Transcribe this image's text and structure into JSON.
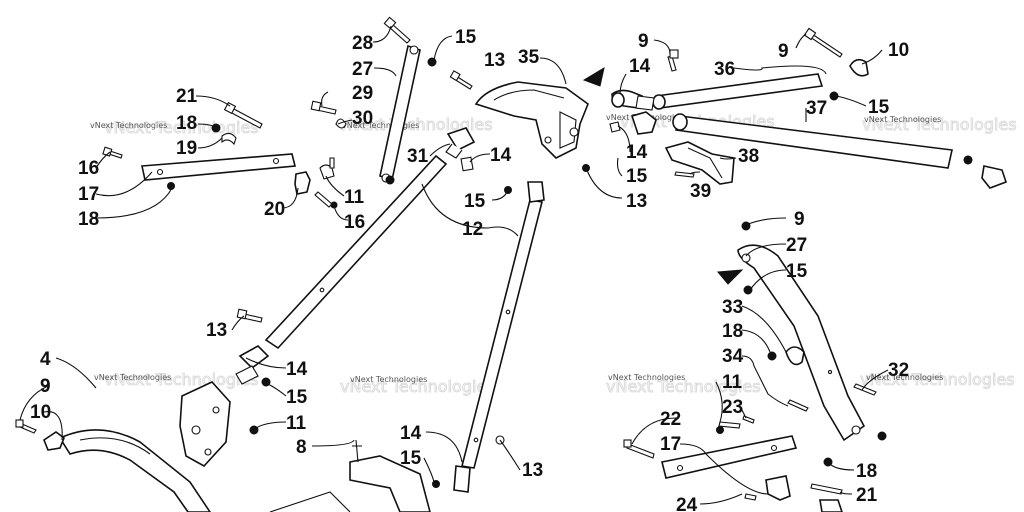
{
  "watermark": "vNext Technologies",
  "callouts": [
    {
      "id": "c28",
      "text": "28"
    },
    {
      "id": "c15a",
      "text": "15"
    },
    {
      "id": "c27a",
      "text": "27"
    },
    {
      "id": "c13a",
      "text": "13"
    },
    {
      "id": "c35",
      "text": "35"
    },
    {
      "id": "c9a",
      "text": "9"
    },
    {
      "id": "c14a",
      "text": "14"
    },
    {
      "id": "c36",
      "text": "36"
    },
    {
      "id": "c9b",
      "text": "9"
    },
    {
      "id": "c10a",
      "text": "10"
    },
    {
      "id": "c21a",
      "text": "21"
    },
    {
      "id": "c29",
      "text": "29"
    },
    {
      "id": "c37",
      "text": "37"
    },
    {
      "id": "c15b",
      "text": "15"
    },
    {
      "id": "c18a",
      "text": "18"
    },
    {
      "id": "c30",
      "text": "30"
    },
    {
      "id": "c19",
      "text": "19"
    },
    {
      "id": "c31",
      "text": "31"
    },
    {
      "id": "c14b",
      "text": "14"
    },
    {
      "id": "c14c",
      "text": "14"
    },
    {
      "id": "c38",
      "text": "38"
    },
    {
      "id": "c16a",
      "text": "16"
    },
    {
      "id": "c15c",
      "text": "15"
    },
    {
      "id": "c17a",
      "text": "17"
    },
    {
      "id": "c11a",
      "text": "11"
    },
    {
      "id": "c39",
      "text": "39"
    },
    {
      "id": "c15d",
      "text": "15"
    },
    {
      "id": "c13b",
      "text": "13"
    },
    {
      "id": "c20",
      "text": "20"
    },
    {
      "id": "c18b",
      "text": "18"
    },
    {
      "id": "c16b",
      "text": "16"
    },
    {
      "id": "c9c",
      "text": "9"
    },
    {
      "id": "c12",
      "text": "12"
    },
    {
      "id": "c27b",
      "text": "27"
    },
    {
      "id": "c15e",
      "text": "15"
    },
    {
      "id": "c33",
      "text": "33"
    },
    {
      "id": "c13c",
      "text": "13"
    },
    {
      "id": "c18c",
      "text": "18"
    },
    {
      "id": "c14d",
      "text": "14"
    },
    {
      "id": "c4",
      "text": "4"
    },
    {
      "id": "c34",
      "text": "34"
    },
    {
      "id": "c32",
      "text": "32"
    },
    {
      "id": "c15f",
      "text": "15"
    },
    {
      "id": "c9d",
      "text": "9"
    },
    {
      "id": "c11b",
      "text": "11"
    },
    {
      "id": "c10b",
      "text": "10"
    },
    {
      "id": "c23",
      "text": "23"
    },
    {
      "id": "c11c",
      "text": "11"
    },
    {
      "id": "c22",
      "text": "22"
    },
    {
      "id": "c14e",
      "text": "14"
    },
    {
      "id": "c8",
      "text": "8"
    },
    {
      "id": "c17b",
      "text": "17"
    },
    {
      "id": "c15g",
      "text": "15"
    },
    {
      "id": "c13d",
      "text": "13"
    },
    {
      "id": "c18d",
      "text": "18"
    },
    {
      "id": "c21b",
      "text": "21"
    },
    {
      "id": "c24",
      "text": "24"
    }
  ]
}
